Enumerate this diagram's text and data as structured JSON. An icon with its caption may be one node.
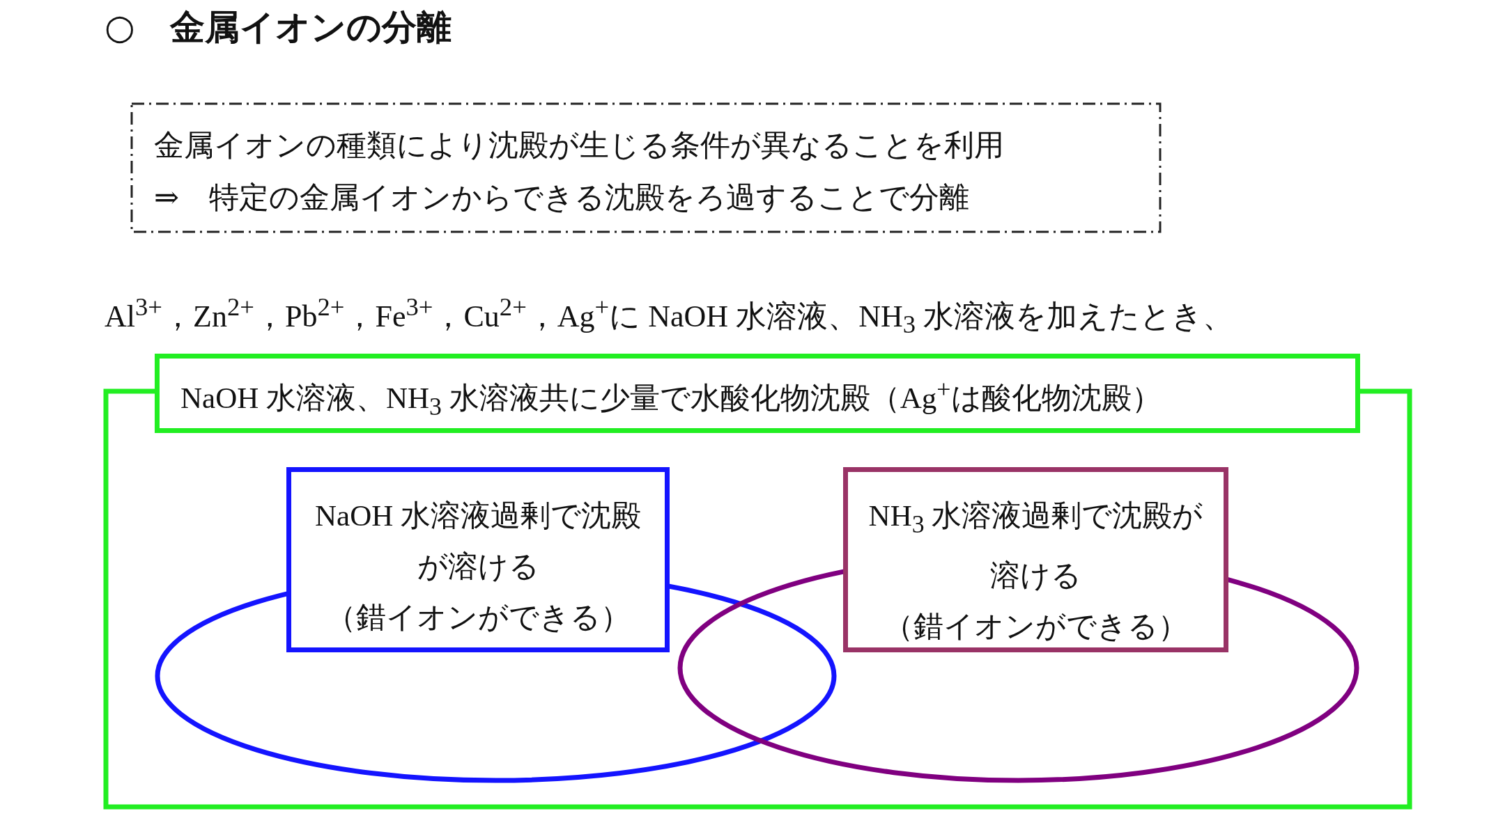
{
  "diagram": {
    "title": "○　金属イオンの分離",
    "nodes": [
      {
        "text": [
          "金属イオンの種類により沈殿が生じる条件が異なることを利用",
          "⇒　特定の金属イオンからできる沈殿をろ過することで分離"
        ]
      },
      {
        "text": [
          "NaOH 水溶液、NH$_{3}$ 水溶液共に少量で水酸化物沈殿（Ag$^{+}$は酸化物沈殿）"
        ]
      },
      {
        "text": [
          "NaOH 水溶液過剰で沈殿が溶ける",
          "（錯イオンができる）"
        ],
        "in": 1
      },
      {
        "text": [
          "NH$_{3}$ 水溶液過剰で沈殿が溶ける",
          "（錯イオンができる）"
        ],
        "in": 1
      }
    ],
    "labels": [
      "Al$^{3+}$，Zn$^{2+}$，Pb$^{2+}$，Fe$^{3+}$，Cu$^{2+}$，Ag$^{+}$に NaOH 水溶液、NH$_{3}$ 水溶液を加えたとき、"
    ]
  }
}
